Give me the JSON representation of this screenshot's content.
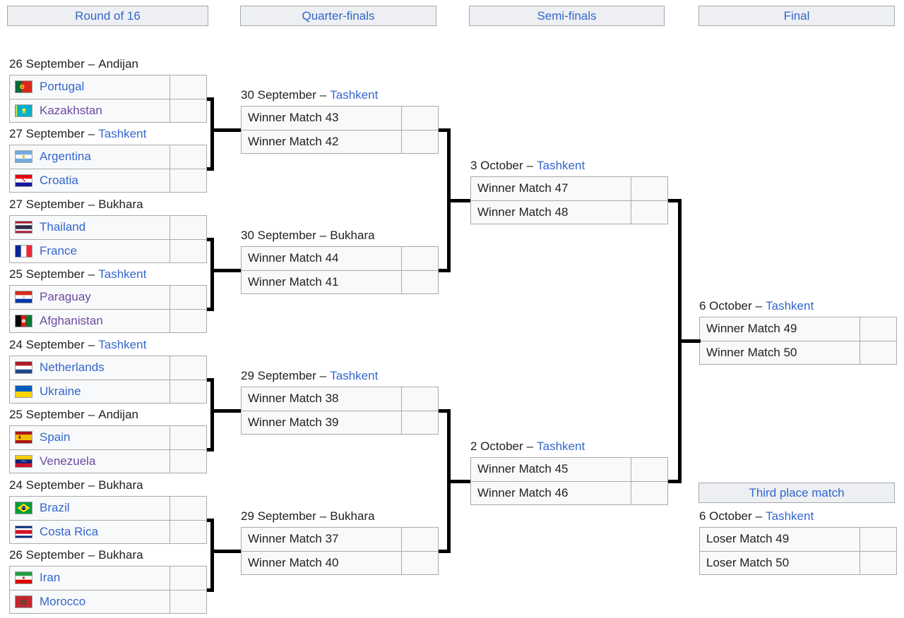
{
  "ui": {
    "dash": "–"
  },
  "colors": {
    "link_blue": "#3366cc",
    "visited_purple": "#6b4ba1",
    "text": "#202122",
    "connector": "#000000",
    "header_bg": "#edeff2",
    "row_bg": "#f8f9fa",
    "cell_border": "#aaaaaa",
    "header_border": "#a2a9b1"
  },
  "headers": {
    "round_of_16": "Round of 16",
    "quarter_finals": "Quarter-finals",
    "semi_finals": "Semi-finals",
    "final": "Final",
    "third_place": "Third place match"
  },
  "rounds": {
    "round_of_16": [
      {
        "date": "26 September",
        "venue": "Andijan",
        "home": {
          "name": "Portugal",
          "flag": "pt",
          "visited": false,
          "score": ""
        },
        "away": {
          "name": "Kazakhstan",
          "flag": "kz",
          "visited": true,
          "score": ""
        }
      },
      {
        "date": "27 September",
        "venue": "Tashkent",
        "home": {
          "name": "Argentina",
          "flag": "ar",
          "visited": false,
          "score": ""
        },
        "away": {
          "name": "Croatia",
          "flag": "hr",
          "visited": false,
          "score": ""
        }
      },
      {
        "date": "27 September",
        "venue": "Bukhara",
        "home": {
          "name": "Thailand",
          "flag": "th",
          "visited": false,
          "score": ""
        },
        "away": {
          "name": "France",
          "flag": "fr",
          "visited": false,
          "score": ""
        }
      },
      {
        "date": "25 September",
        "venue": "Tashkent",
        "home": {
          "name": "Paraguay",
          "flag": "py",
          "visited": true,
          "score": ""
        },
        "away": {
          "name": "Afghanistan",
          "flag": "af",
          "visited": true,
          "score": ""
        }
      },
      {
        "date": "24 September",
        "venue": "Tashkent",
        "home": {
          "name": "Netherlands",
          "flag": "nl",
          "visited": false,
          "score": ""
        },
        "away": {
          "name": "Ukraine",
          "flag": "ua",
          "visited": false,
          "score": ""
        }
      },
      {
        "date": "25 September",
        "venue": "Andijan",
        "home": {
          "name": "Spain",
          "flag": "es",
          "visited": false,
          "score": ""
        },
        "away": {
          "name": "Venezuela",
          "flag": "ve",
          "visited": true,
          "score": ""
        }
      },
      {
        "date": "24 September",
        "venue": "Bukhara",
        "home": {
          "name": "Brazil",
          "flag": "br",
          "visited": false,
          "score": ""
        },
        "away": {
          "name": "Costa Rica",
          "flag": "cr",
          "visited": false,
          "score": ""
        }
      },
      {
        "date": "26 September",
        "venue": "Bukhara",
        "home": {
          "name": "Iran",
          "flag": "ir",
          "visited": false,
          "score": ""
        },
        "away": {
          "name": "Morocco",
          "flag": "ma",
          "visited": false,
          "score": ""
        }
      }
    ],
    "quarter_finals": [
      {
        "date": "30 September",
        "venue": "Tashkent",
        "home": {
          "name": "Winner Match 43",
          "score": ""
        },
        "away": {
          "name": "Winner Match 42",
          "score": ""
        }
      },
      {
        "date": "30 September",
        "venue": "Bukhara",
        "home": {
          "name": "Winner Match 44",
          "score": ""
        },
        "away": {
          "name": "Winner Match 41",
          "score": ""
        }
      },
      {
        "date": "29 September",
        "venue": "Tashkent",
        "home": {
          "name": "Winner Match 38",
          "score": ""
        },
        "away": {
          "name": "Winner Match 39",
          "score": ""
        }
      },
      {
        "date": "29 September",
        "venue": "Bukhara",
        "home": {
          "name": "Winner Match 37",
          "score": ""
        },
        "away": {
          "name": "Winner Match 40",
          "score": ""
        }
      }
    ],
    "semi_finals": [
      {
        "date": "3 October",
        "venue": "Tashkent",
        "home": {
          "name": "Winner Match 47",
          "score": ""
        },
        "away": {
          "name": "Winner Match 48",
          "score": ""
        }
      },
      {
        "date": "2 October",
        "venue": "Tashkent",
        "home": {
          "name": "Winner Match 45",
          "score": ""
        },
        "away": {
          "name": "Winner Match 46",
          "score": ""
        }
      }
    ],
    "final": [
      {
        "date": "6 October",
        "venue": "Tashkent",
        "home": {
          "name": "Winner Match 49",
          "score": ""
        },
        "away": {
          "name": "Winner Match 50",
          "score": ""
        }
      }
    ],
    "third_place": [
      {
        "date": "6 October",
        "venue": "Tashkent",
        "home": {
          "name": "Loser Match 49",
          "score": ""
        },
        "away": {
          "name": "Loser Match 50",
          "score": ""
        }
      }
    ]
  }
}
